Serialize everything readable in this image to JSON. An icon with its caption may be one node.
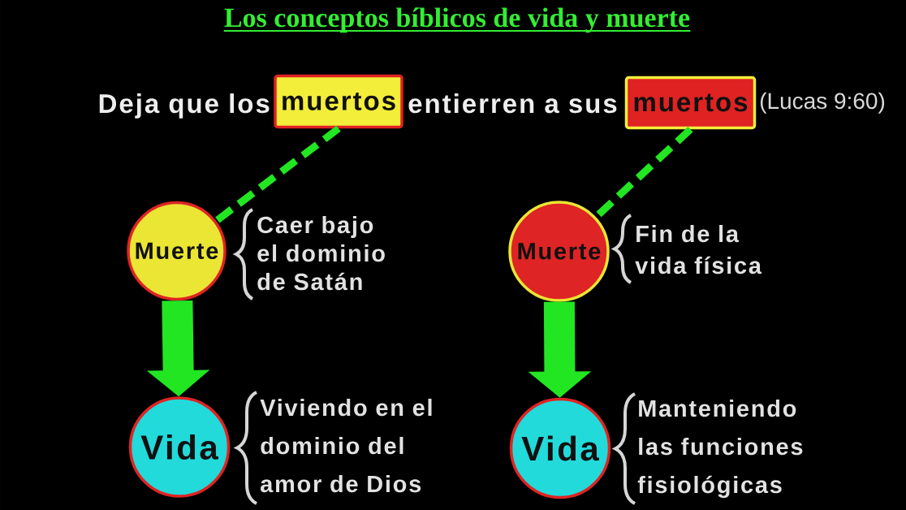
{
  "diagram": {
    "title": "Los conceptos bíblicos de vida y muerte",
    "nodes": [
      {
        "text": [
          "muertos"
        ]
      },
      {
        "text": [
          "muertos"
        ]
      },
      {
        "text": [
          "Muerte"
        ],
        "beside": [
          "Caer bajo el dominio de Satán"
        ]
      },
      {
        "text": [
          "Muerte"
        ],
        "beside": [
          "Fin de la vida física"
        ]
      },
      {
        "text": [
          "Vida"
        ],
        "beside": [
          "Viviendo en el dominio del amor de Dios"
        ]
      },
      {
        "text": [
          "Vida"
        ],
        "beside": [
          "Manteniendo las funciones fisiológicas"
        ]
      }
    ],
    "edges": [
      {
        "from": 0,
        "to": 2,
        "arrow": "none",
        "style": "dashed"
      },
      {
        "from": 1,
        "to": 3,
        "arrow": "none",
        "style": "dashed"
      },
      {
        "from": 2,
        "to": 4,
        "arrow": "to",
        "style": "thick"
      },
      {
        "from": 3,
        "to": 5,
        "arrow": "to",
        "style": "thick"
      }
    ],
    "labels": [
      "Deja que los",
      "entierren a sus",
      "(Lucas 9:60)"
    ]
  }
}
